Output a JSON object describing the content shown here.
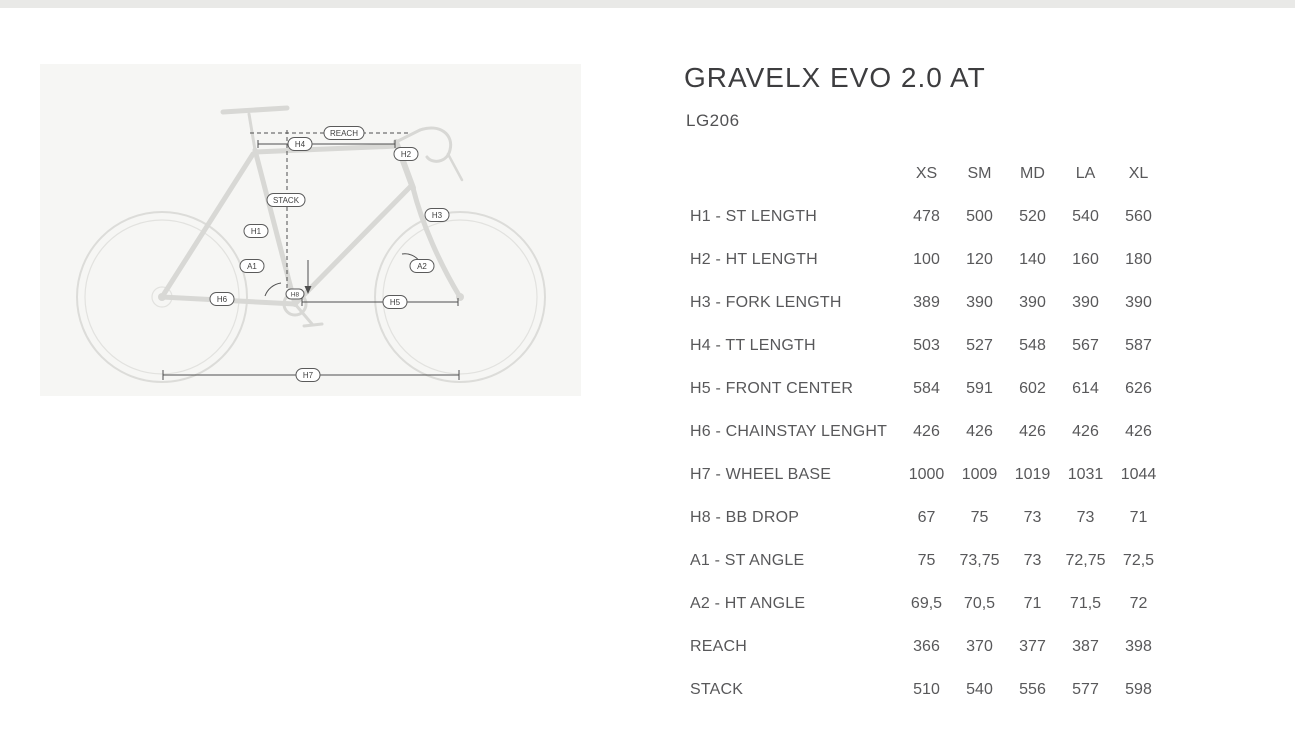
{
  "header": {
    "title": "GRAVELX EVO 2.0 AT",
    "subtitle": "LG206"
  },
  "diagram": {
    "description": "bike frame geometry schematic",
    "labels": {
      "reach": "REACH",
      "stack": "STACK",
      "h1": "H1",
      "h2": "H2",
      "h3": "H3",
      "h4": "H4",
      "h5": "H5",
      "h6": "H6",
      "h7": "H7",
      "h8": "H8",
      "a1": "A1",
      "a2": "A2"
    }
  },
  "chart_data": {
    "type": "table",
    "title": "GRAVELX EVO 2.0 AT",
    "subtitle": "LG206",
    "columns": [
      "XS",
      "SM",
      "MD",
      "LA",
      "XL"
    ],
    "rows": [
      {
        "label": "H1 - ST LENGTH",
        "values": [
          "478",
          "500",
          "520",
          "540",
          "560"
        ]
      },
      {
        "label": "H2 - HT LENGTH",
        "values": [
          "100",
          "120",
          "140",
          "160",
          "180"
        ]
      },
      {
        "label": "H3 - FORK LENGTH",
        "values": [
          "389",
          "390",
          "390",
          "390",
          "390"
        ]
      },
      {
        "label": "H4 - TT LENGTH",
        "values": [
          "503",
          "527",
          "548",
          "567",
          "587"
        ]
      },
      {
        "label": "H5 - FRONT CENTER",
        "values": [
          "584",
          "591",
          "602",
          "614",
          "626"
        ]
      },
      {
        "label": "H6 - CHAINSTAY LENGHT",
        "values": [
          "426",
          "426",
          "426",
          "426",
          "426"
        ]
      },
      {
        "label": "H7 - WHEEL BASE",
        "values": [
          "1000",
          "1009",
          "1019",
          "1031",
          "1044"
        ]
      },
      {
        "label": "H8 - BB DROP",
        "values": [
          "67",
          "75",
          "73",
          "73",
          "71"
        ]
      },
      {
        "label": "A1 - ST ANGLE",
        "values": [
          "75",
          "73,75",
          "73",
          "72,75",
          "72,5"
        ]
      },
      {
        "label": "A2 - HT ANGLE",
        "values": [
          "69,5",
          "70,5",
          "71",
          "71,5",
          "72"
        ]
      },
      {
        "label": "REACH",
        "values": [
          "366",
          "370",
          "377",
          "387",
          "398"
        ]
      },
      {
        "label": "STACK",
        "values": [
          "510",
          "540",
          "556",
          "577",
          "598"
        ]
      }
    ]
  },
  "colors": {
    "page_bg": "#ffffff",
    "top_bar": "#e9e9e7",
    "panel_bg": "#f6f6f4",
    "title_text": "#3d3d3f",
    "body_text": "#58585a",
    "bike_line": "#d8d8d5",
    "dimension_line": "#4f4f4f"
  }
}
